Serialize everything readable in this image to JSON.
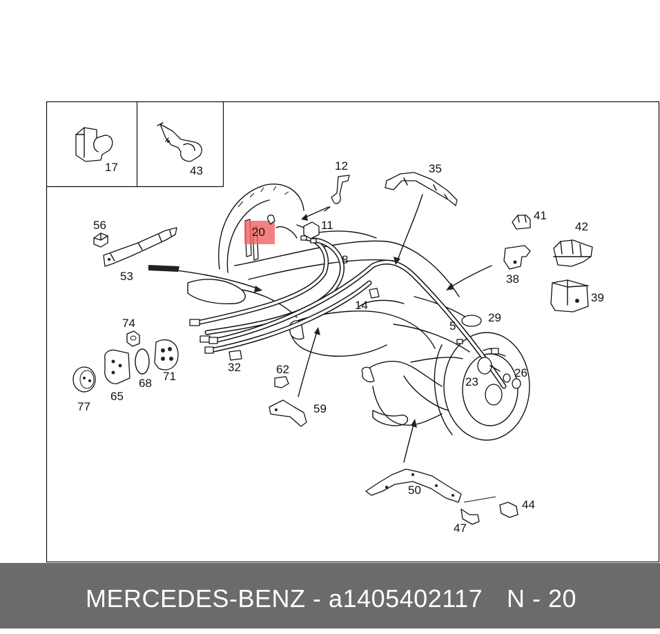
{
  "colors": {
    "highlight": "#f26060",
    "footer_bg": "#6b6b6b",
    "footer_text": "#ffffff",
    "line": "#111111"
  },
  "footer": {
    "title": "MERCEDES-BENZ - a1405402117",
    "part_ref": "N - 20"
  },
  "callouts": {
    "p17": "17",
    "p43": "43",
    "p12": "12",
    "p35": "35",
    "p41": "41",
    "p42": "42",
    "p56": "56",
    "p20": "20",
    "p11": "11",
    "p8": "8",
    "p53": "53",
    "p38": "38",
    "p39": "39",
    "p14": "14",
    "p74": "74",
    "p5": "5",
    "p29": "29",
    "p23": "23",
    "p26": "26",
    "p32": "32",
    "p62": "62",
    "p71": "71",
    "p68": "68",
    "p65": "65",
    "p77": "77",
    "p59": "59",
    "p50": "50",
    "p44": "44",
    "p47": "47"
  }
}
